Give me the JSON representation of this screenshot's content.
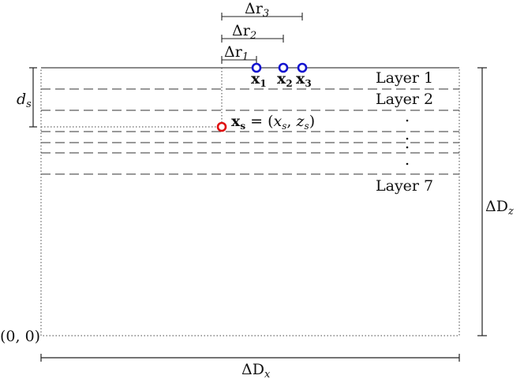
{
  "labels": {
    "dr1": "Δr",
    "dr1_sub": "1",
    "dr2": "Δr",
    "dr2_sub": "2",
    "dr3": "Δr",
    "dr3_sub": "3",
    "ds": "d",
    "ds_sub": "s",
    "x1": "x",
    "x1_sub": "1",
    "x2": "x",
    "x2_sub": "2",
    "x3": "x",
    "x3_sub": "3",
    "source_x": "x",
    "source_x_sub": "s",
    "source_eq": " = (",
    "source_xs": "x",
    "source_xs_sub": "s",
    "source_comma": ", ",
    "source_zs": "z",
    "source_zs_sub": "s",
    "source_close": ")",
    "layer1": "Layer 1",
    "layer2": "Layer 2",
    "layer7": "Layer 7",
    "dDz": "ΔD",
    "dDz_sub": "z",
    "dDx": "ΔD",
    "dDx_sub": "x",
    "origin": "(0, 0)"
  },
  "colors": {
    "receiver": "#1414d0",
    "source": "#e01010",
    "line": "#333333"
  }
}
